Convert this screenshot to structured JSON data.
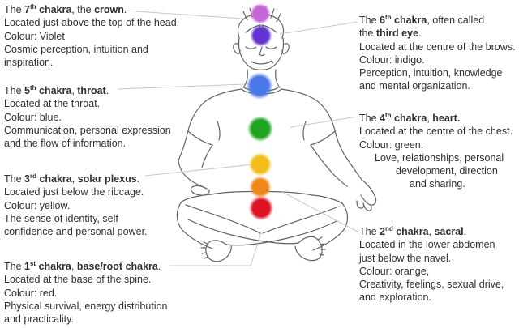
{
  "canvas": {
    "background": "#ffffff",
    "text_color": "#2f2f2f",
    "leader_line_color": "#c7c7c7",
    "figure_line_color": "#646464",
    "figure_alt": "Person meditating in lotus position with seven chakra points on the body"
  },
  "blocks": {
    "left": [
      {
        "id": "chakra-7-crown",
        "heading": [
          {
            "t": "The "
          },
          {
            "t": "7",
            "b": 1
          },
          {
            "t": "th",
            "b": 1,
            "sup": 1
          },
          {
            "t": " chakra",
            "b": 1
          },
          {
            "t": ", the "
          },
          {
            "t": "crown",
            "b": 1
          },
          {
            "t": "."
          }
        ],
        "lines": [
          "Located just above the top of the head.",
          "Colour: Violet",
          "Cosmic perception, intuition and",
          "inspiration."
        ]
      },
      {
        "id": "chakra-5-throat",
        "heading": [
          {
            "t": "The "
          },
          {
            "t": "5",
            "b": 1
          },
          {
            "t": "th",
            "b": 1,
            "sup": 1
          },
          {
            "t": " chakra",
            "b": 1
          },
          {
            "t": ", "
          },
          {
            "t": "throat",
            "b": 1
          },
          {
            "t": "."
          }
        ],
        "lines": [
          "Located at the throat.",
          "Colour: blue.",
          "Communication, personal expression",
          "and the flow of information."
        ]
      },
      {
        "id": "chakra-3-solar-plexus",
        "heading": [
          {
            "t": "The "
          },
          {
            "t": "3",
            "b": 1
          },
          {
            "t": "rd",
            "b": 1,
            "sup": 1
          },
          {
            "t": " chakra",
            "b": 1
          },
          {
            "t": ", "
          },
          {
            "t": "solar plexus",
            "b": 1
          },
          {
            "t": "."
          }
        ],
        "lines": [
          "Located just below the ribcage.",
          "Colour: yellow.",
          "The sense of identity, self-",
          "confidence and personal power."
        ]
      },
      {
        "id": "chakra-1-base-root",
        "heading": [
          {
            "t": "The "
          },
          {
            "t": "1",
            "b": 1
          },
          {
            "t": "st",
            "b": 1,
            "sup": 1
          },
          {
            "t": " chakra",
            "b": 1
          },
          {
            "t": ", "
          },
          {
            "t": "base/root chakra",
            "b": 1
          },
          {
            "t": "."
          }
        ],
        "lines": [
          "Located at the base of the spine.",
          "Colour: red.",
          "Physical survival, energy distribution",
          "and practicality."
        ]
      }
    ],
    "right": [
      {
        "id": "chakra-6-third-eye",
        "heading": [
          {
            "t": "The "
          },
          {
            "t": "6",
            "b": 1
          },
          {
            "t": "th",
            "b": 1,
            "sup": 1
          },
          {
            "t": " chakra",
            "b": 1
          },
          {
            "t": ", often called"
          }
        ],
        "lines": [
          {
            "seg": [
              {
                "t": "the "
              },
              {
                "t": "third eye",
                "b": 1
              },
              {
                "t": "."
              }
            ]
          },
          "Located at the centre of the brows.",
          "Colour: indigo.",
          "Perception, intuition, knowledge",
          "and mental organization."
        ]
      },
      {
        "id": "chakra-4-heart",
        "heading": [
          {
            "t": "The "
          },
          {
            "t": "4",
            "b": 1
          },
          {
            "t": "th",
            "b": 1,
            "sup": 1
          },
          {
            "t": " chakra",
            "b": 1
          },
          {
            "t": ", "
          },
          {
            "t": "heart.",
            "b": 1
          }
        ],
        "lines": [
          "Located at the centre of the chest.",
          "Colour: green.",
          {
            "t": "Love, relationships, personal",
            "indent": 19
          },
          {
            "t": "development, direction",
            "indent": 45
          },
          {
            "t": "and sharing.",
            "indent": 62
          }
        ]
      },
      {
        "id": "chakra-2-sacral",
        "heading": [
          {
            "t": "The "
          },
          {
            "t": "2",
            "b": 1
          },
          {
            "t": "nd",
            "b": 1,
            "sup": 1
          },
          {
            "t": " chakra",
            "b": 1
          },
          {
            "t": ", "
          },
          {
            "t": "sacral",
            "b": 1
          },
          {
            "t": "."
          }
        ],
        "lines": [
          "Located in the lower abdomen",
          "just below the navel.",
          "Colour: orange,",
          "Creativity, feelings, sexual drive,",
          "and exploration."
        ]
      }
    ]
  },
  "chakras": [
    {
      "id": "crown",
      "label": "7th chakra - crown",
      "color": "#c566d6"
    },
    {
      "id": "third-eye",
      "label": "6th chakra - third eye",
      "color": "#6233d0"
    },
    {
      "id": "throat",
      "label": "5th chakra - throat",
      "color": "#4a78e8"
    },
    {
      "id": "heart",
      "label": "4th chakra - heart",
      "color": "#1fa51f"
    },
    {
      "id": "solar-plexus",
      "label": "3rd chakra - solar plexus",
      "color": "#f5bd17"
    },
    {
      "id": "sacral",
      "label": "2nd chakra - sacral",
      "color": "#ee8816"
    },
    {
      "id": "root",
      "label": "1st chakra - base/root",
      "color": "#de1220"
    }
  ]
}
